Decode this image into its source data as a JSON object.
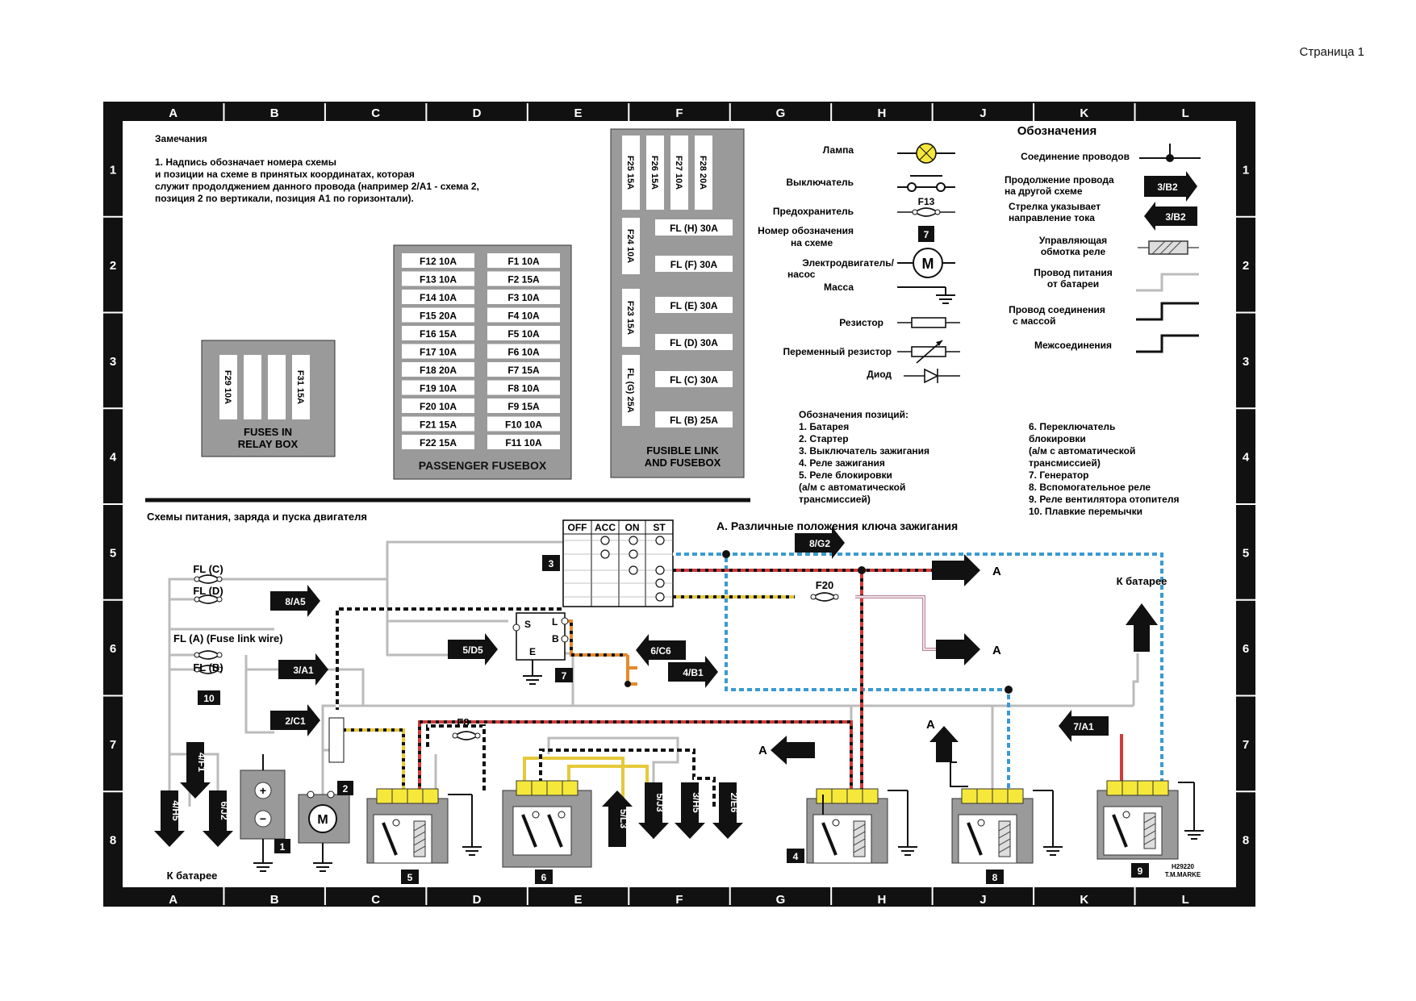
{
  "page_label": "Страница 1",
  "cols": [
    "A",
    "B",
    "C",
    "D",
    "E",
    "F",
    "G",
    "H",
    "J",
    "K",
    "L"
  ],
  "rows": [
    "1",
    "2",
    "3",
    "4",
    "5",
    "6",
    "7",
    "8"
  ],
  "notes": {
    "title": "Замечания",
    "lines": [
      "1. Надпись обозначает номера схемы",
      "и позиции на схеме в принятых координатах, которая",
      "служит продолджением данного провода (например 2/A1 - схема 2,",
      "позиция 2 по вертикали, позиция A1 по горизонтали)."
    ]
  },
  "relay_box": {
    "fuses": [
      "F29 10A",
      "F31 15A"
    ],
    "label_1": "FUSES IN",
    "label_2": "RELAY BOX"
  },
  "passenger_fusebox": {
    "label": "PASSENGER FUSEBOX",
    "left": [
      "F12 10A",
      "F13 10A",
      "F14 10A",
      "F15 20A",
      "F16 15A",
      "F17 10A",
      "F18 20A",
      "F19 10A",
      "F20 10A",
      "F21 15A",
      "F22 15A"
    ],
    "right": [
      "F1 10A",
      "F2 15A",
      "F3 10A",
      "F4 10A",
      "F5 10A",
      "F6 10A",
      "F7 15A",
      "F8 10A",
      "F9 15A",
      "F10 10A",
      "F11 10A"
    ]
  },
  "fusible_box": {
    "label_1": "FUSIBLE LINK",
    "label_2": "AND FUSEBOX",
    "vertical_top": [
      "F25 15A",
      "F26 15A",
      "F27 10A",
      "F28 20A"
    ],
    "vertical_side": [
      "F24 10A",
      "F23 15A",
      "FL (G) 25A"
    ],
    "links": [
      "FL (H) 30A",
      "FL (F) 30A",
      "FL (E) 30A",
      "FL (D) 30A",
      "FL (C) 30A",
      "FL (B) 25A"
    ]
  },
  "legend_symbols": {
    "lamp": "Лампа",
    "switch": "Выключатель",
    "fuse": "Предохранитель",
    "fuse_code": "F13",
    "diagram_no_1": "Номер обозначения",
    "diagram_no_2": "на схеме",
    "diagram_no_value": "7",
    "motor_1": "Электродвигатель/",
    "motor_2": "насос",
    "motor_letter": "M",
    "ground": "Масса",
    "resistor": "Резистор",
    "var_resistor": "Переменный резистор",
    "diode": "Диод"
  },
  "legend_right": {
    "title": "Обозначения",
    "junction": "Соединение проводов",
    "continue_1": "Продолжение провода",
    "continue_2": "на другой схеме",
    "continue_code": "3/B2",
    "arrow_1": "Стрелка указывает",
    "arrow_2": "направление тока",
    "arrow_code": "3/B2",
    "coil_1": "Управляющая",
    "coil_2": "обмотка реле",
    "battery_feed_1": "Провод питания",
    "battery_feed_2": "от батареи",
    "ground_wire_1": "Провод соединения",
    "ground_wire_2": "с массой",
    "interconnect": "Межсоединения"
  },
  "positions": {
    "title": "Обозначения позиций:",
    "left": [
      "1. Батарея",
      "2. Стартер",
      "3. Выключатель зажигания",
      "4. Реле зажигания",
      "5. Реле блокировки",
      "(а/м с автоматической",
      "трансмиссией)"
    ],
    "right": [
      "6. Переключатель",
      "блокировки",
      "(а/м с автоматической",
      "трансмиссией)",
      "7. Генератор",
      "8. Вспомогательное реле",
      "9. Реле вентилятора отопителя",
      "10. Плавкие перемычки"
    ]
  },
  "circuit": {
    "title": "Схемы питания, заряда и пуска двигателя",
    "key_positions_title": "A. Различные положения ключа зажигания",
    "switch_headers": [
      "OFF",
      "ACC",
      "ON",
      "ST"
    ],
    "fuse_labels": [
      "FL (C)",
      "FL (D)",
      "FL (A) (Fuse link wire)",
      "FL (B)",
      "F20",
      "F8"
    ],
    "refs_right": [
      "8/A5",
      "5/D5",
      "3/A1",
      "2/C1",
      "8/G2",
      "6/C6",
      "4/B1",
      "7/A1"
    ],
    "refs_down": [
      "4/H5",
      "4/F1",
      "6/J2",
      "5/L3",
      "5/J3",
      "3/H5",
      "2/E6"
    ],
    "alt_terms": [
      "S",
      "L",
      "B",
      "E"
    ],
    "item_numbers": [
      "1",
      "2",
      "3",
      "4",
      "5",
      "6",
      "7",
      "8",
      "9",
      "10"
    ],
    "to_battery": "К батарее",
    "to_battery_right": "К батарее",
    "arrow_a": "A",
    "stamp_1": "H29220",
    "stamp_2": "T.M.MARKE"
  }
}
